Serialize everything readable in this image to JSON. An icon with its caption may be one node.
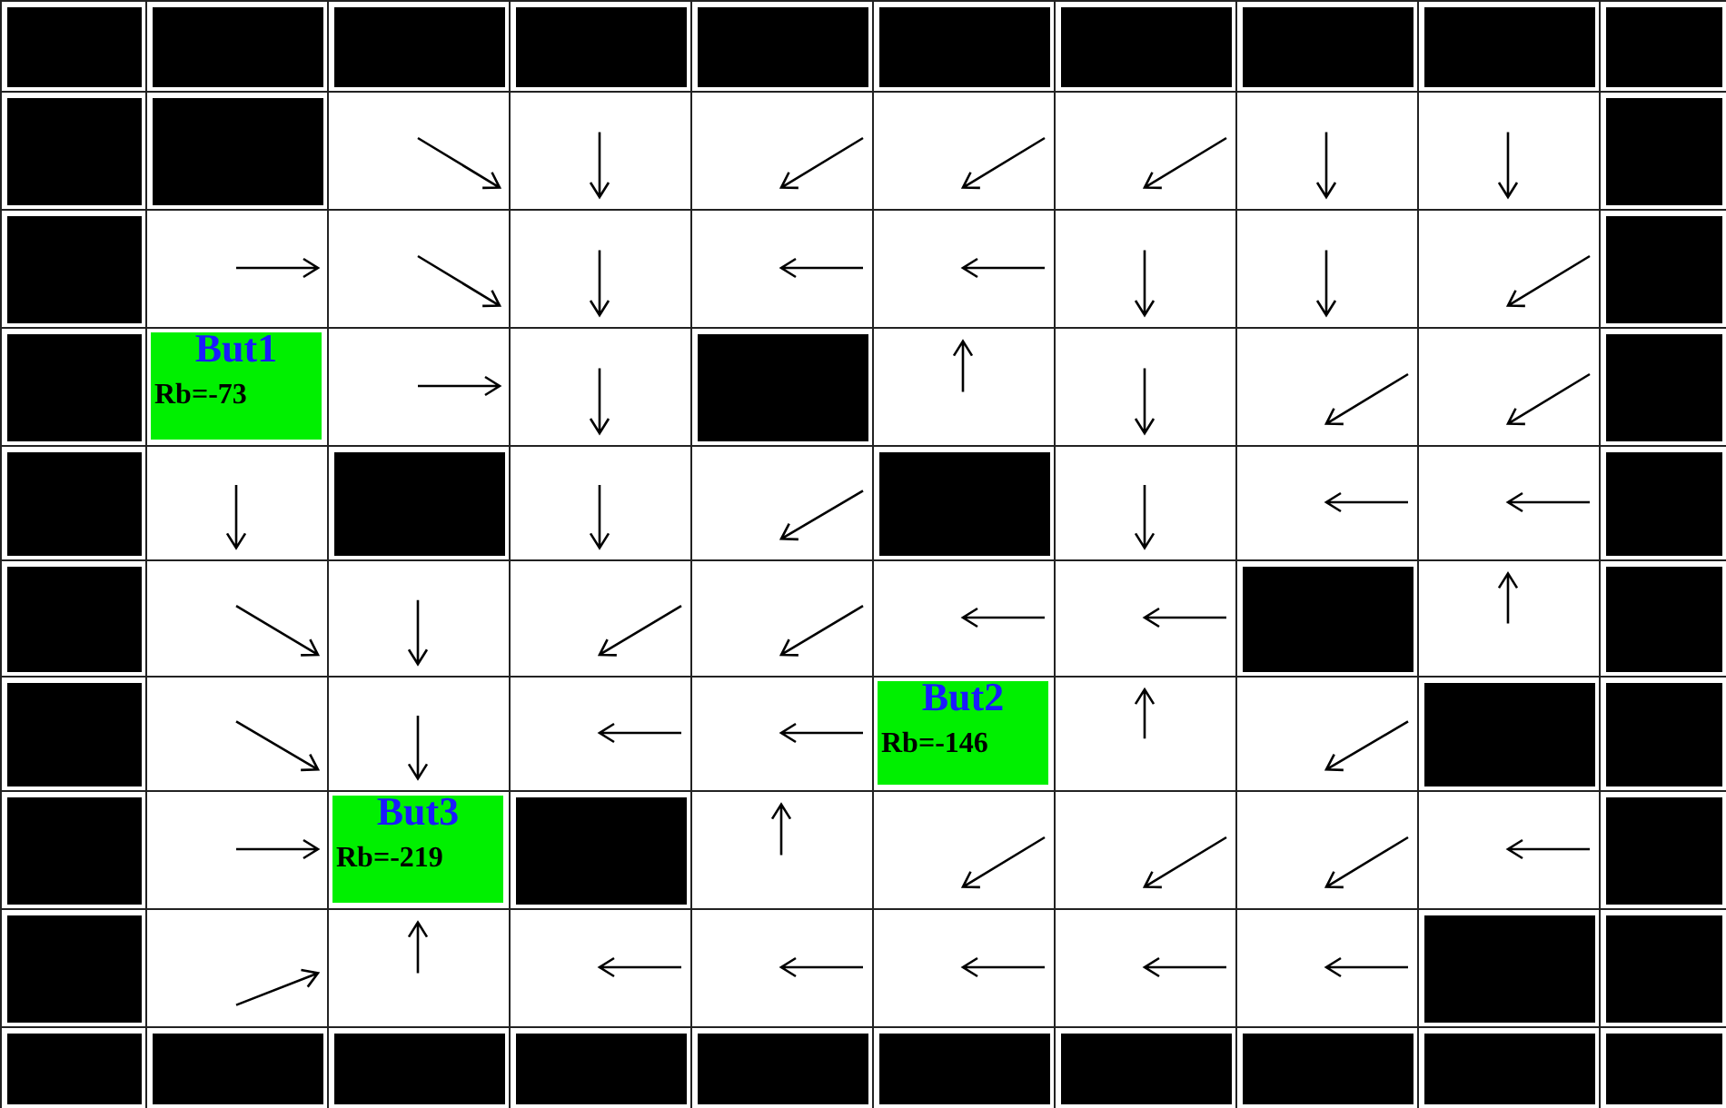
{
  "diagram": {
    "nodes": [
      {
        "text": [
          "But1",
          "Rb=-73"
        ]
      },
      {
        "text": [
          "But2",
          "Rb=-146"
        ]
      },
      {
        "text": [
          "But3",
          "Rb=-219"
        ]
      }
    ]
  }
}
